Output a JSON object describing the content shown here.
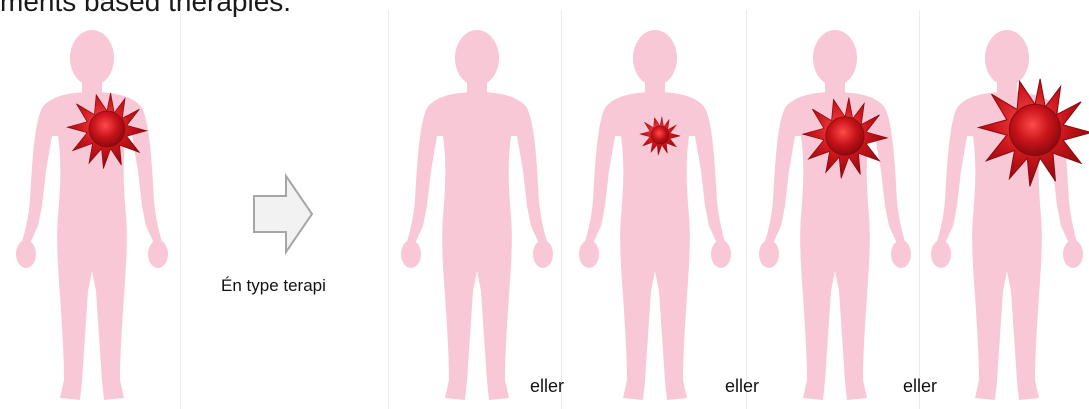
{
  "header": {
    "cropped_text": "ments based therapies."
  },
  "arrow_label": "Én type terapi",
  "or_labels": [
    "eller",
    "eller",
    "eller"
  ],
  "colors": {
    "body": "#f9c8d7",
    "tumor": "#c8141a",
    "tumor_dark": "#8a0a0e",
    "arrow_fill": "#f2f2f2",
    "arrow_stroke": "#a6a6a6"
  },
  "figures": [
    {
      "id": "before",
      "tumor": "large"
    },
    {
      "id": "after-1",
      "tumor": "none"
    },
    {
      "id": "after-2",
      "tumor": "small"
    },
    {
      "id": "after-3",
      "tumor": "large"
    },
    {
      "id": "after-4",
      "tumor": "larger"
    }
  ]
}
